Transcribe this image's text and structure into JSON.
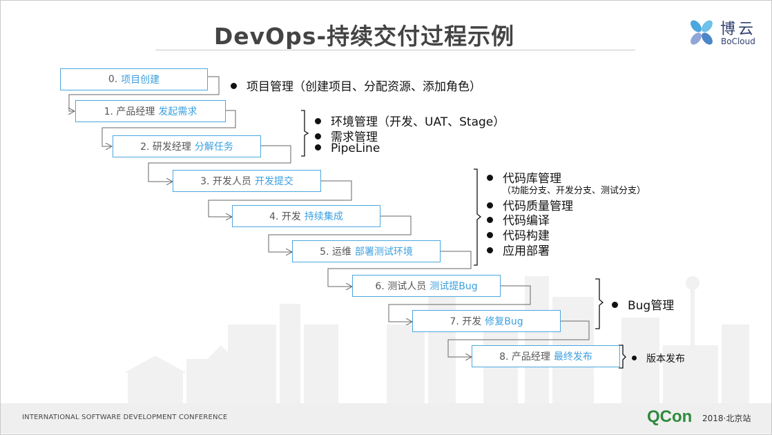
{
  "title": "DevOps-持续交付过程示例",
  "logo": {
    "cn": "博云",
    "en": "BoCloud"
  },
  "steps": [
    {
      "num": "0.",
      "act": "项目创建"
    },
    {
      "num": "1. 产品经理",
      "act": "发起需求"
    },
    {
      "num": "2. 研发经理",
      "act": "分解任务"
    },
    {
      "num": "3. 开发人员",
      "act": "开发提交"
    },
    {
      "num": "4. 开发",
      "act": "持续集成"
    },
    {
      "num": "5. 运维",
      "act": "部署测试环境"
    },
    {
      "num": "6. 测试人员",
      "act": "测试提Bug"
    },
    {
      "num": "7. 开发",
      "act": "修复Bug"
    },
    {
      "num": "8. 产品经理",
      "act": "最终发布"
    }
  ],
  "notes": {
    "g0": [
      "项目管理（创建项目、分配资源、添加角色）"
    ],
    "g1": [
      "环境管理（开发、UAT、Stage）",
      "需求管理",
      "PipeLine"
    ],
    "g2": [
      "代码库管理",
      "代码质量管理",
      "代码编译",
      "代码构建",
      "应用部署"
    ],
    "g2_sub": "（功能分支、开发分支、测试分支）",
    "g3": [
      "Bug管理"
    ],
    "g4": [
      "版本发布"
    ]
  },
  "footer": {
    "conference": "INTERNATIONAL SOFTWARE DEVELOPMENT CONFERENCE",
    "brand": "QCon",
    "year": "2018·北京站"
  },
  "colors": {
    "step_border": "#4aa7df",
    "step_action": "#3aa0e0",
    "brand_green": "#2f8a3c"
  }
}
